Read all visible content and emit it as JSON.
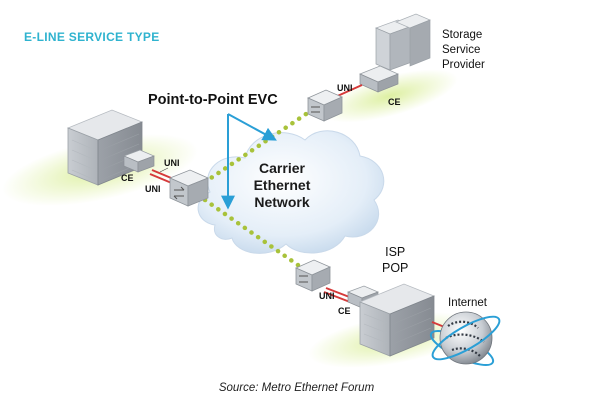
{
  "title": "E-LINE SERVICE TYPE",
  "evc_label": "Point-to-Point EVC",
  "cloud": {
    "line1": "Carrier",
    "line2": "Ethernet",
    "line3": "Network"
  },
  "storage": {
    "line1": "Storage",
    "line2": "Service",
    "line3": "Provider",
    "uni": "UNI",
    "ce": "CE"
  },
  "left_site": {
    "uni_top": "UNI",
    "uni_bottom": "UNI",
    "ce": "CE"
  },
  "isp": {
    "line1": "ISP",
    "line2": "POP",
    "uni": "UNI",
    "ce": "CE"
  },
  "internet_label": "Internet",
  "source": "Source: Metro Ethernet Forum",
  "colors": {
    "title": "#2fb3cf",
    "evc_arrow": "#2a9fd6",
    "evc_dots": "#a8c23a",
    "link": "#d63a3a",
    "ground_glow": "#dcef9e"
  }
}
